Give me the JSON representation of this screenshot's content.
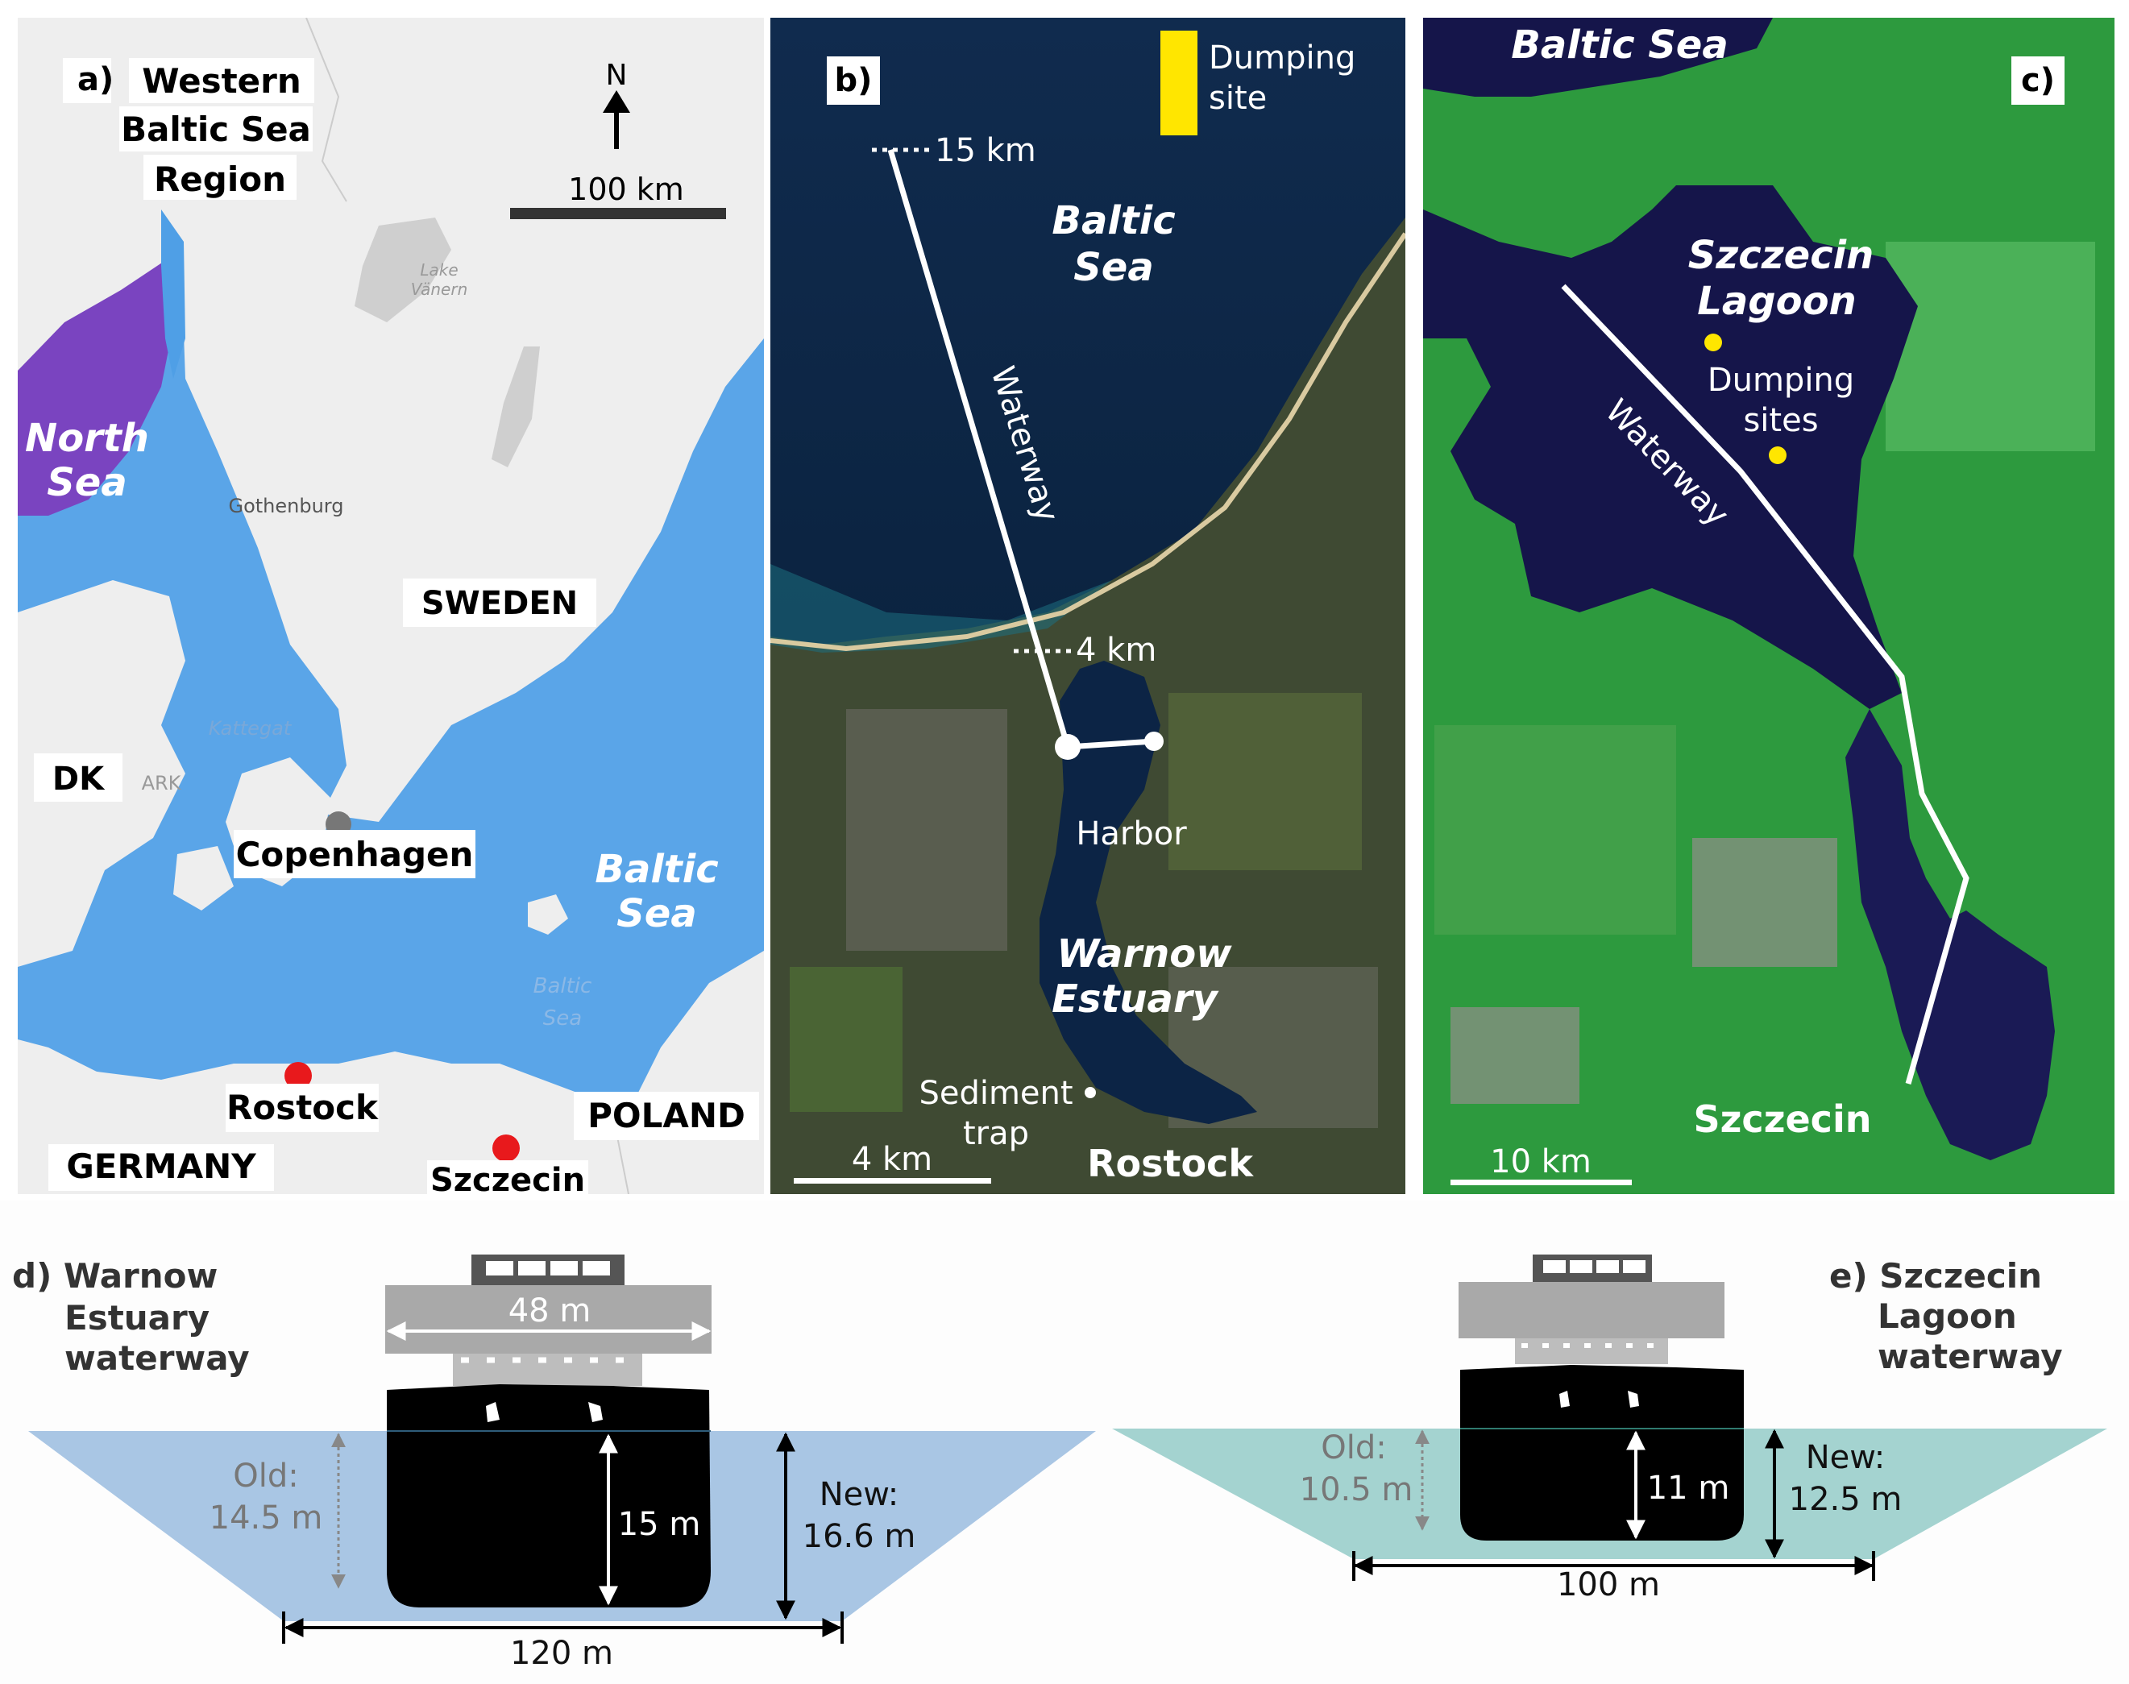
{
  "panel_a": {
    "tag": "a)",
    "region_title": [
      "Western",
      "Baltic Sea",
      "Region"
    ],
    "north_label": "N",
    "scale_label": "100 km",
    "north_sea": [
      "North",
      "Sea"
    ],
    "gothenburg": "Gothenburg",
    "lake_vanern": [
      "Lake",
      "Vänern"
    ],
    "sweden": "SWEDEN",
    "kattegat": "Kattegat",
    "dk": "DK",
    "denmark_faint": "ARK",
    "copenhagen": "Copenhagen",
    "baltic_sea": [
      "Baltic",
      "Sea"
    ],
    "baltic_sea_faint": [
      "Baltic",
      "Sea"
    ],
    "rostock": "Rostock",
    "poland": "POLAND",
    "germany": "GERMANY",
    "szczecin": "Szczecin",
    "colors": {
      "sea": "#4f9fe6",
      "deep": "#7d3fc0",
      "land": "#eeeeee",
      "city": "#e8191c",
      "capital": "#777777"
    }
  },
  "panel_b": {
    "tag": "b)",
    "legend_label": [
      "Dumping",
      "site"
    ],
    "marker_15km": "15 km",
    "baltic_sea": [
      "Baltic",
      "Sea"
    ],
    "waterway": "Waterway",
    "marker_4km": "4 km",
    "harbor": "Harbor",
    "warnow_estuary": [
      "Warnow",
      "Estuary"
    ],
    "sediment_trap": [
      "Sediment",
      "trap"
    ],
    "scale_label": "4 km",
    "rostock": "Rostock",
    "colors": {
      "sea": "#0f2a4d",
      "dump": "#ffe600"
    }
  },
  "panel_c": {
    "tag": "c)",
    "baltic_sea": "Baltic Sea",
    "szczecin_lagoon": [
      "Szczecin",
      "Lagoon"
    ],
    "dumping_sites": [
      "Dumping",
      "sites"
    ],
    "waterway": "Waterway",
    "szczecin": "Szczecin",
    "scale_label": "10 km",
    "colors": {
      "water": "#15154a",
      "land": "#2a9a3c",
      "dump": "#ffe600"
    }
  },
  "panel_d": {
    "title": [
      "d) Warnow",
      "Estuary",
      "waterway"
    ],
    "ship_width": "48 m",
    "old_depth": [
      "Old:",
      "14.5 m"
    ],
    "draft": "15 m",
    "new_depth": [
      "New:",
      "16.6 m"
    ],
    "channel_width": "120 m",
    "colors": {
      "water": "#a9c6e4"
    }
  },
  "panel_e": {
    "title": [
      "e) Szczecin",
      "Lagoon",
      "waterway"
    ],
    "old_depth": [
      "Old:",
      "10.5 m"
    ],
    "draft": "11 m",
    "new_depth": [
      "New:",
      "12.5 m"
    ],
    "channel_width": "100 m",
    "colors": {
      "water": "#a4d3d0"
    }
  }
}
